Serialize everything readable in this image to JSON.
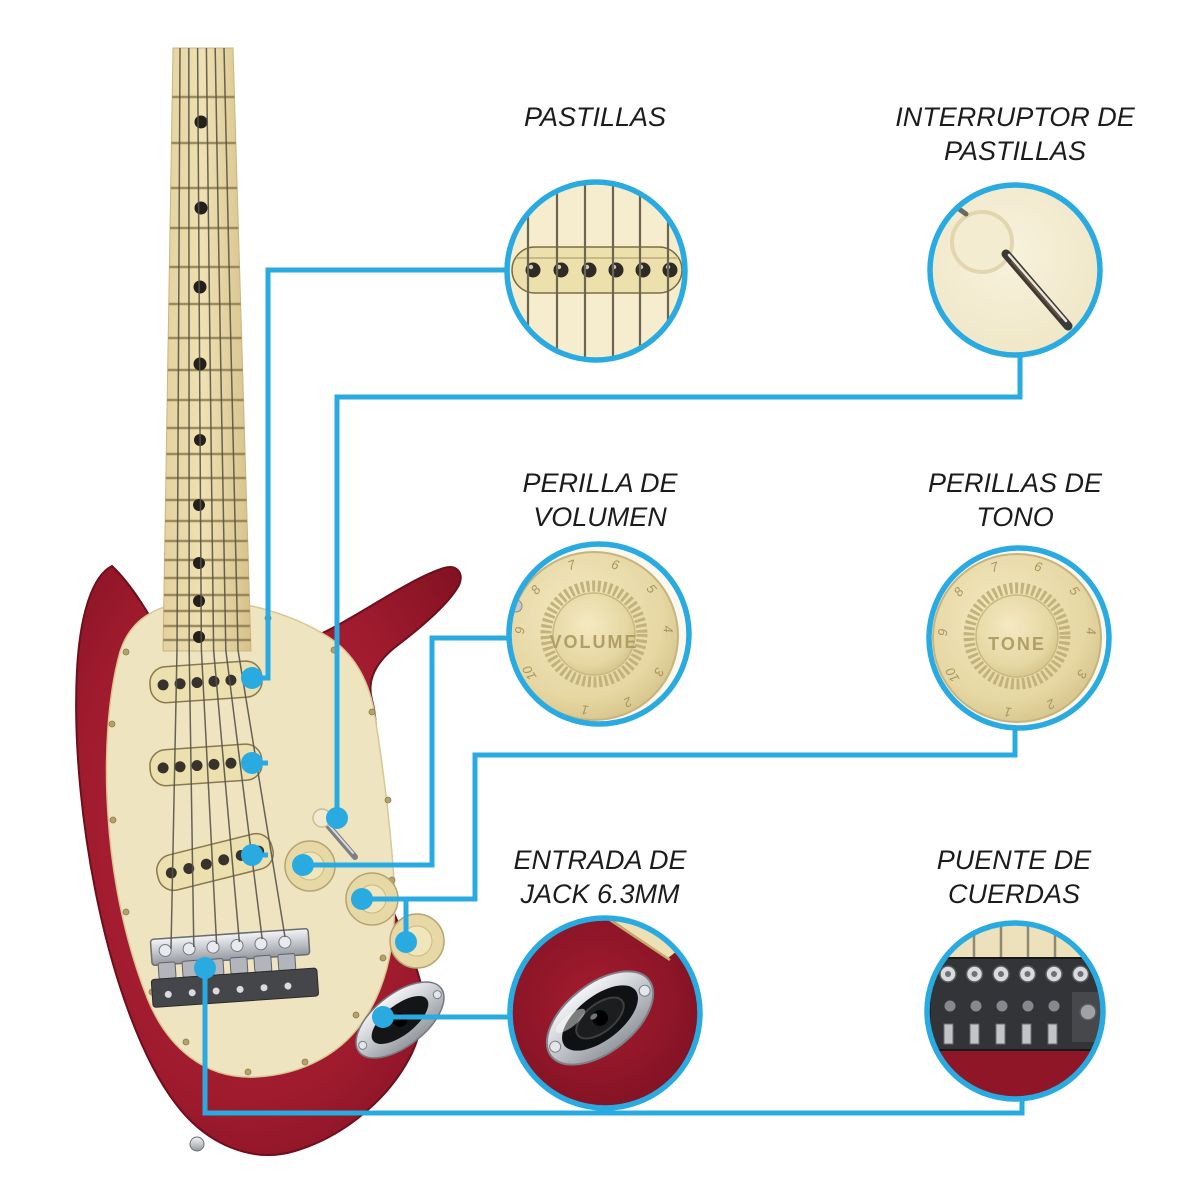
{
  "callouts": {
    "pastillas": {
      "label": "PASTILLAS"
    },
    "interruptor": {
      "label_line1": "INTERRUPTOR DE",
      "label_line2": "PASTILLAS"
    },
    "volumen": {
      "label_line1": "PERILLA DE",
      "label_line2": "VOLUMEN",
      "knob_text": "VOLUME"
    },
    "tono": {
      "label_line1": "PERILLAS DE",
      "label_line2": "TONO",
      "knob_text": "TONE"
    },
    "jack": {
      "label_line1": "ENTRADA DE",
      "label_line2": "JACK 6.3MM"
    },
    "puente": {
      "label_line1": "PUENTE DE",
      "label_line2": "CUERDAS"
    }
  },
  "knob_scale_numbers": [
    "1",
    "2",
    "3",
    "4",
    "5",
    "6",
    "7",
    "8",
    "9",
    "10"
  ],
  "colors": {
    "callout_blue": "#29abe2",
    "body_red": "#9e1b2e",
    "pickguard_cream": "#efe4c0",
    "neck_maple": "#e9d9a9",
    "label_text": "#1c1c1c"
  }
}
